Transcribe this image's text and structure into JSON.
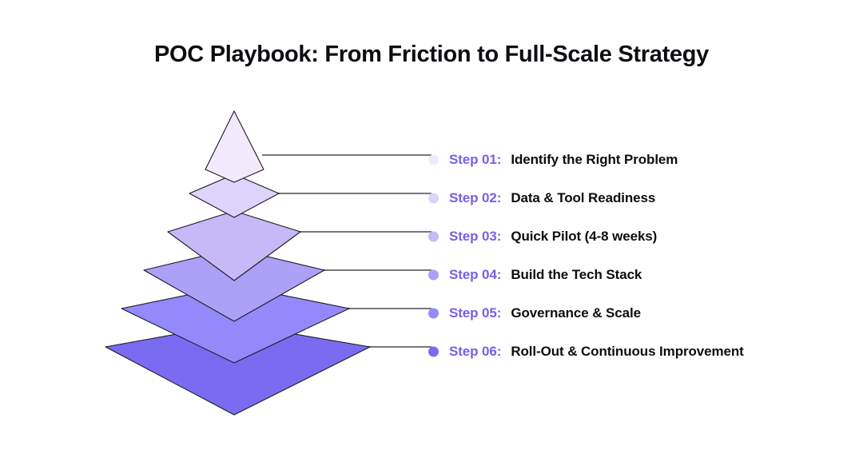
{
  "header": {
    "title": "POC Playbook: From Friction to Full-Scale Strategy"
  },
  "colors": {
    "background": "#ffffff",
    "title_text": "#0d0d12",
    "step_label_text": "#7262e6",
    "step_title_text": "#0d0d12",
    "leader_line": "#76767c",
    "layer_outline": "#1b1b22"
  },
  "diagram": {
    "type": "layered-pyramid",
    "orientation": "apex-top",
    "layer_count": 6,
    "layers": [
      {
        "index": 1,
        "shape": "triangle",
        "fill": "#f3e9fd",
        "label_ref": "Step 01"
      },
      {
        "index": 2,
        "shape": "rhombus",
        "fill": "#ded3fb",
        "label_ref": "Step 02"
      },
      {
        "index": 3,
        "shape": "rhombus",
        "fill": "#c7b8f8",
        "label_ref": "Step 03"
      },
      {
        "index": 4,
        "shape": "rhombus",
        "fill": "#aca0f7",
        "label_ref": "Step 04"
      },
      {
        "index": 5,
        "shape": "rhombus",
        "fill": "#9489fa",
        "label_ref": "Step 05"
      },
      {
        "index": 6,
        "shape": "rhombus",
        "fill": "#7b6bf0",
        "label_ref": "Step 06"
      }
    ]
  },
  "legend": {
    "items": [
      {
        "step": "Step 01:",
        "title": "Identify the Right Problem",
        "dot_color": "#f3e9fd"
      },
      {
        "step": "Step 02:",
        "title": "Data & Tool Readiness",
        "dot_color": "#ded3fb"
      },
      {
        "step": "Step 03:",
        "title": "Quick Pilot (4-8 weeks)",
        "dot_color": "#c7b8f8"
      },
      {
        "step": "Step 04:",
        "title": "Build the Tech Stack",
        "dot_color": "#aca0f7"
      },
      {
        "step": "Step 05:",
        "title": "Governance & Scale",
        "dot_color": "#9489fa"
      },
      {
        "step": "Step 06:",
        "title": "Roll-Out & Continuous Improvement",
        "dot_color": "#7b6bf0"
      }
    ]
  }
}
